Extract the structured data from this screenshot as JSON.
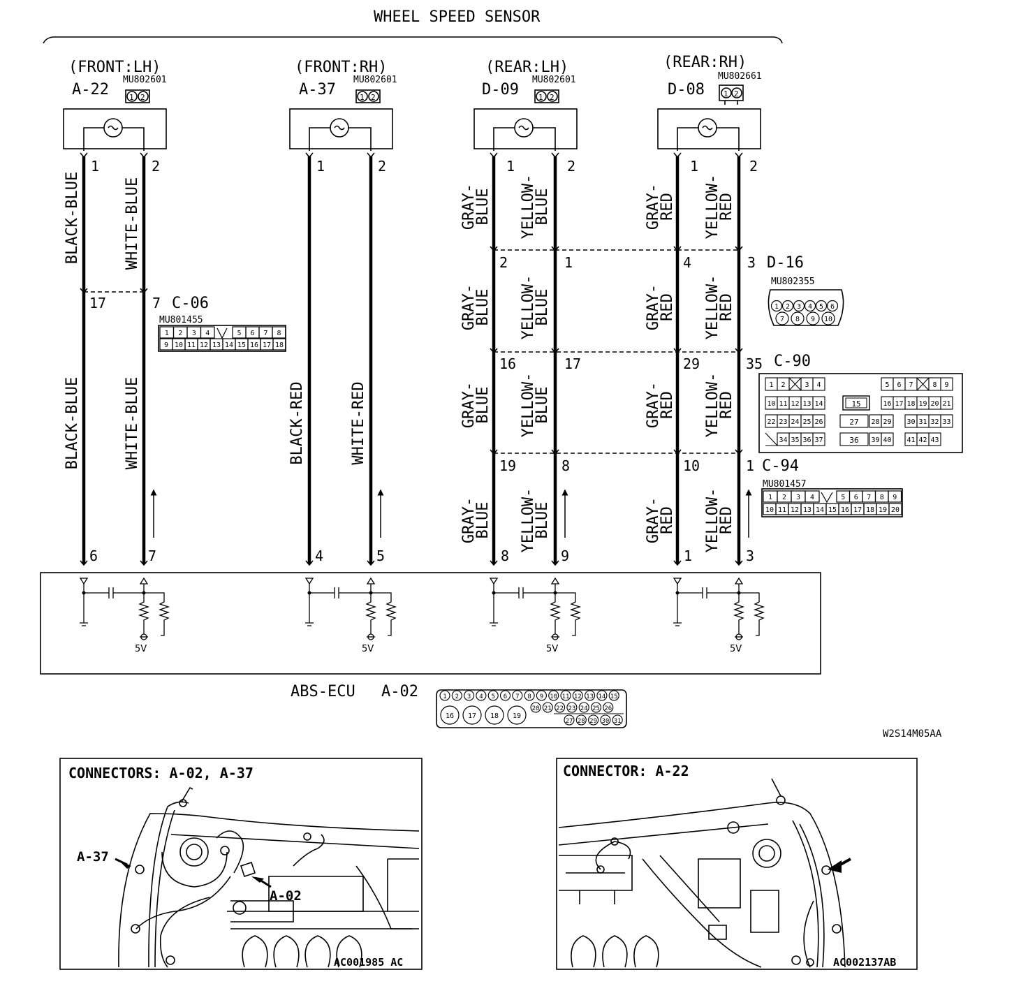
{
  "title": "WHEEL SPEED SENSOR",
  "sensors": [
    {
      "position": "(FRONT:LH)",
      "connector": "A-22",
      "part": "MU802601",
      "pin_in": "1",
      "pin_out": "2"
    },
    {
      "position": "(FRONT:RH)",
      "connector": "A-37",
      "part": "MU802601",
      "pin_in": "1",
      "pin_out": "2"
    },
    {
      "position": "(REAR:LH)",
      "connector": "D-09",
      "part": "MU802601",
      "pin_in": "1",
      "pin_out": "2"
    },
    {
      "position": "(REAR:RH)",
      "connector": "D-08",
      "part": "MU802661",
      "pin_in": "1",
      "pin_out": "2"
    }
  ],
  "wire_colors": {
    "front_lh_a": "BLACK-BLUE",
    "front_lh_b": "WHITE-BLUE",
    "front_rh_a": "BLACK-RED",
    "front_rh_b": "WHITE-RED",
    "rear_lh_a": "GRAY-\nBLUE",
    "rear_lh_b": "YELLOW-\nBLUE",
    "rear_rh_a": "GRAY-\nRED",
    "rear_rh_b": "YELLOW-\nRED",
    "gray": "GRAY-",
    "blue": "BLUE",
    "red": "RED",
    "yellow": "YELLOW-"
  },
  "junctions": {
    "c06": {
      "name": "C-06",
      "part": "MU801455",
      "pin_a": "17",
      "pin_b": "7",
      "row1": [
        "1",
        "2",
        "3",
        "4",
        "",
        "5",
        "6",
        "7",
        "8"
      ],
      "row2": [
        "9",
        "10",
        "11",
        "12",
        "13",
        "14",
        "15",
        "16",
        "17",
        "18"
      ]
    },
    "d16": {
      "name": "D-16",
      "part": "MU802355",
      "pins_lh": [
        "2",
        "1"
      ],
      "pins_rh": [
        "4",
        "3"
      ],
      "row1": [
        "1",
        "2",
        "3",
        "4",
        "5",
        "6"
      ],
      "row2": [
        "7",
        "8",
        "9",
        "10"
      ]
    },
    "c90": {
      "name": "C-90",
      "pins_lh": [
        "16",
        "17"
      ],
      "pins_rh": [
        "29",
        "35"
      ],
      "cells": [
        "1",
        "2",
        "3",
        "4",
        "5",
        "6",
        "7",
        "8",
        "9",
        "10",
        "11",
        "12",
        "13",
        "14",
        "15",
        "16",
        "17",
        "18",
        "19",
        "20",
        "21",
        "22",
        "23",
        "24",
        "25",
        "26",
        "27",
        "28",
        "29",
        "30",
        "31",
        "32",
        "33",
        "34",
        "35",
        "36",
        "37",
        "36",
        "39",
        "40",
        "41",
        "42",
        "43"
      ]
    },
    "c94": {
      "name": "C-94",
      "part": "MU801457",
      "pins_lh": [
        "19",
        "8"
      ],
      "pins_rh": [
        "10",
        "1"
      ],
      "row1": [
        "1",
        "2",
        "3",
        "4",
        "",
        "5",
        "6",
        "7",
        "8",
        "9"
      ],
      "row2": [
        "10",
        "11",
        "12",
        "13",
        "14",
        "15",
        "16",
        "17",
        "18",
        "19",
        "20"
      ]
    }
  },
  "ecu": {
    "label": "ABS-ECU",
    "connector": "A-02",
    "pins": [
      "6",
      "7",
      "4",
      "5",
      "8",
      "9",
      "1",
      "3"
    ],
    "supply": "5V",
    "connector_row1": [
      "1",
      "2",
      "3",
      "4",
      "5",
      "6",
      "7",
      "8",
      "9",
      "10",
      "11",
      "12",
      "13",
      "14",
      "15"
    ],
    "connector_row2": [
      "20",
      "21",
      "22",
      "23",
      "24",
      "25",
      "26"
    ],
    "connector_row3": [
      "27",
      "28",
      "29",
      "30",
      "31"
    ],
    "connector_big": [
      "16",
      "17",
      "18",
      "19"
    ]
  },
  "diagram_code": "W2S14M05AA",
  "photos": [
    {
      "title": "CONNECTORS: A-02, A-37",
      "code": "AC001985 AC",
      "labels": [
        "A-37",
        "A-02"
      ]
    },
    {
      "title": "CONNECTOR: A-22",
      "code": "AC002137AB"
    }
  ]
}
